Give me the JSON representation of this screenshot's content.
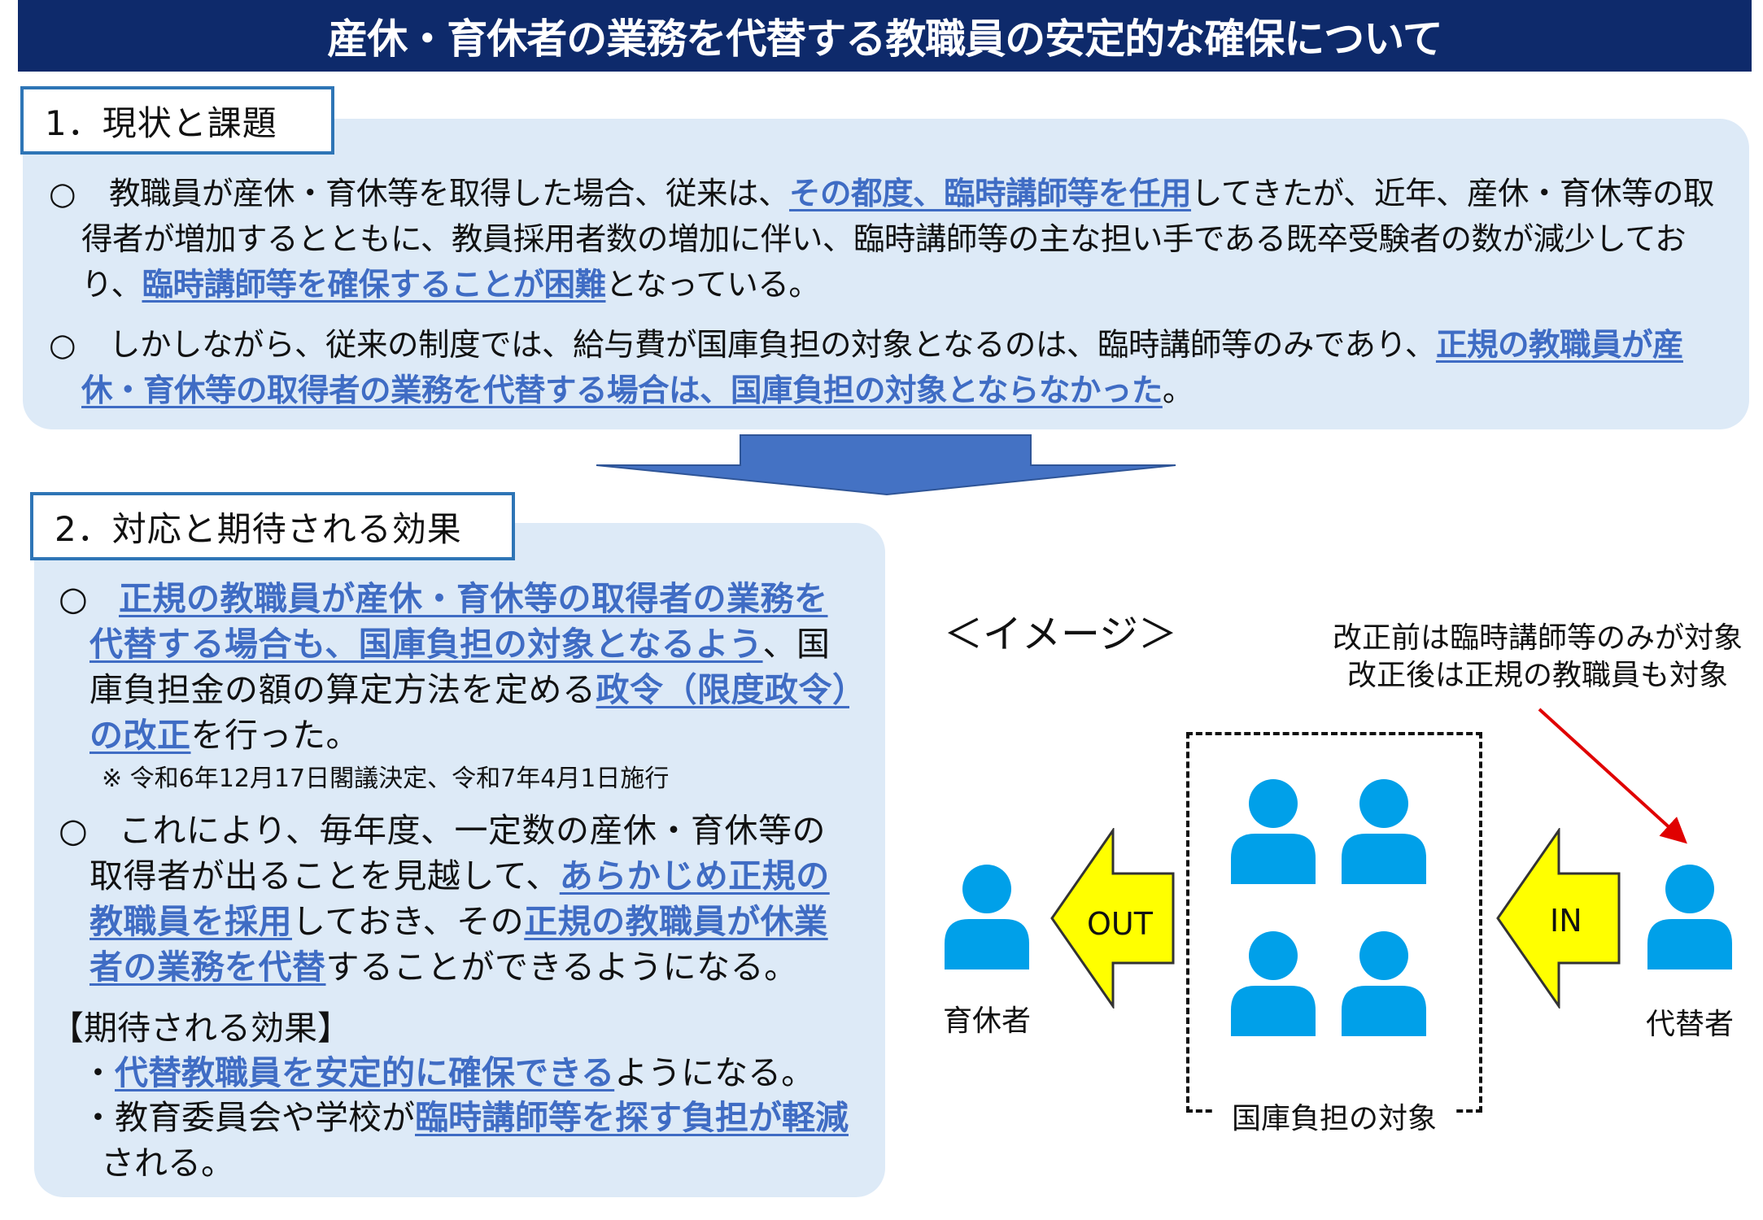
{
  "title": "産休・育休者の業務を代替する教職員の安定的な確保について",
  "section1": {
    "label": "1．現状と課題",
    "bullet": "○",
    "p1": [
      {
        "t": "教職員が産休・育休等を取得した場合、従来は、"
      },
      {
        "t": "その都度、臨時講師等を任用",
        "hl": true
      },
      {
        "t": "してきたが、近年、産休・育休等の取得者が増加するとともに、教員採用者数の増加に伴い、臨時講師等の主な担い手である既卒受験者の数が減少しており、"
      },
      {
        "t": "臨時講師等を確保することが困難",
        "hl": true
      },
      {
        "t": "となっている。"
      }
    ],
    "p2": [
      {
        "t": "しかしながら、従来の制度では、給与費が国庫負担の対象となるのは、臨時講師等のみであり、"
      },
      {
        "t": "正規の教職員が産休・育休等の取得者の業務を代替する場合は、国庫負担の対象とならなかった",
        "hl": true
      },
      {
        "t": "。"
      }
    ]
  },
  "section2": {
    "label": "2．対応と期待される効果",
    "bullet": "○",
    "p1": [
      {
        "t": "正規の教職員が産休・育休等の取得者の業務を代替する場合も、国庫負担の対象となるよう",
        "hl": true
      },
      {
        "t": "、国庫負担金の額の算定方法を定める"
      },
      {
        "t": "政令（限度政令）の改正",
        "hl": true
      },
      {
        "t": "を行った。"
      }
    ],
    "note": "※ 令和6年12月17日閣議決定、令和7年4月1日施行",
    "p2": [
      {
        "t": "これにより、毎年度、一定数の産休・育休等の取得者が出ることを見越して、"
      },
      {
        "t": "あらかじめ正規の教職員を採用",
        "hl": true
      },
      {
        "t": "しておき、その"
      },
      {
        "t": "正規の教職員が休業者の業務を代替",
        "hl": true
      },
      {
        "t": "することができるようになる。"
      }
    ],
    "effects_heading": "【期待される効果】",
    "e1": [
      {
        "t": "・"
      },
      {
        "t": "代替教職員を安定的に確保できる",
        "hl": true
      },
      {
        "t": "ようになる。"
      }
    ],
    "e2": [
      {
        "t": "・教育委員会や学校が"
      },
      {
        "t": "臨時講師等を探す負担が軽減",
        "hl": true
      },
      {
        "t": "される。"
      }
    ]
  },
  "image": {
    "title": "＜イメージ＞",
    "annotation_line1": "改正前は臨時講師等のみが対象",
    "annotation_line2": "改正後は正規の教職員も対象",
    "out_label": "OUT",
    "in_label": "IN",
    "left_person": "育休者",
    "right_person": "代替者",
    "box_label": "国庫負担の対象"
  },
  "colors": {
    "navy": "#0e2a6b",
    "panel": "#ddeaf7",
    "highlight": "#3f6cc4",
    "person": "#00a0e9",
    "arrow": "#4472c4",
    "inout": "#ffff00"
  }
}
